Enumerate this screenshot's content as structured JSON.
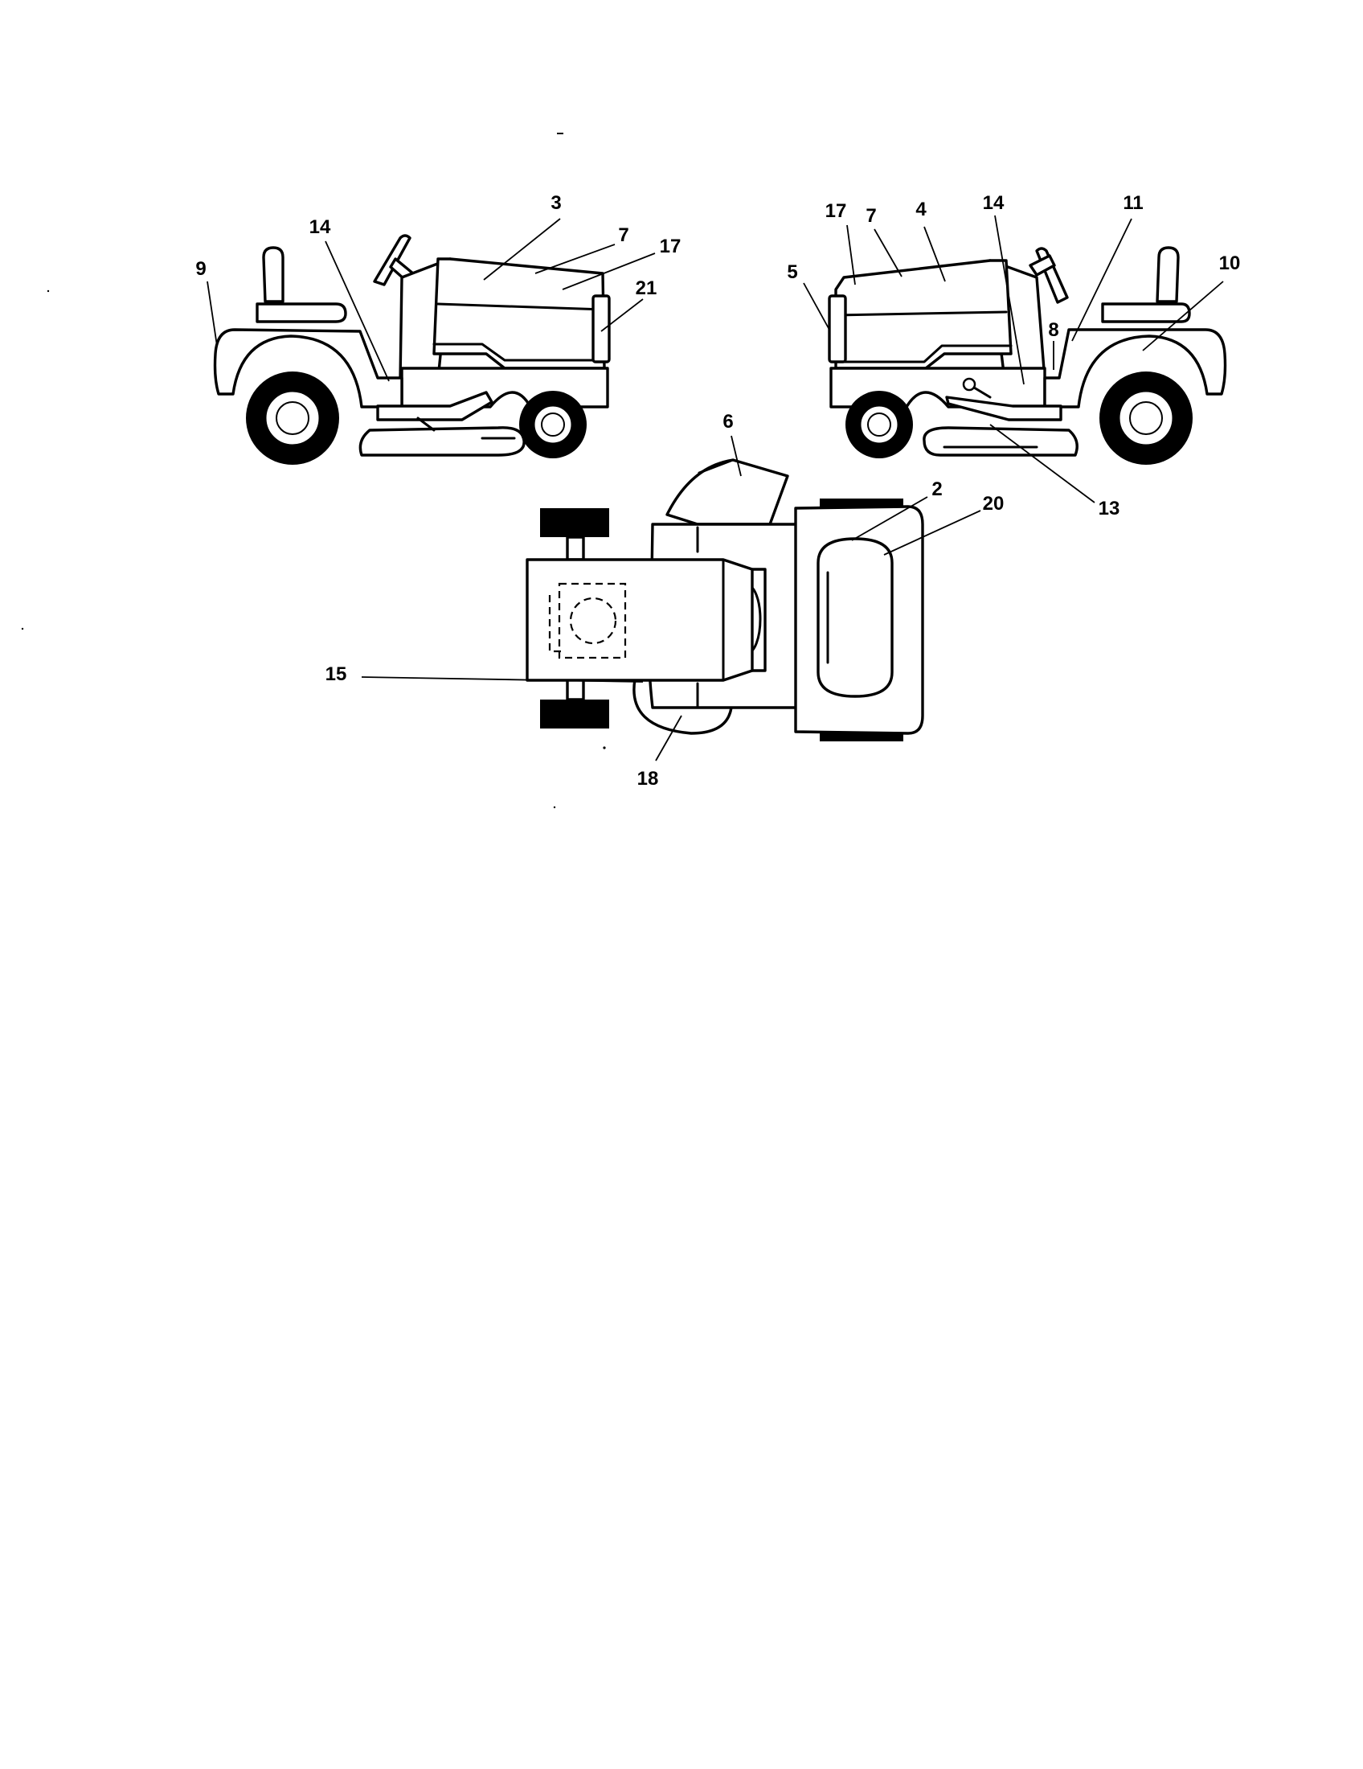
{
  "callouts": [
    {
      "id": "c-3",
      "text": "3"
    },
    {
      "id": "c-7a",
      "text": "7"
    },
    {
      "id": "c-17a",
      "text": "17"
    },
    {
      "id": "c-21",
      "text": "21"
    },
    {
      "id": "c-14a",
      "text": "14"
    },
    {
      "id": "c-9",
      "text": "9"
    },
    {
      "id": "c-17b",
      "text": "17"
    },
    {
      "id": "c-7b",
      "text": "7"
    },
    {
      "id": "c-4",
      "text": "4"
    },
    {
      "id": "c-14b",
      "text": "14"
    },
    {
      "id": "c-11",
      "text": "11"
    },
    {
      "id": "c-10",
      "text": "10"
    },
    {
      "id": "c-5",
      "text": "5"
    },
    {
      "id": "c-8",
      "text": "8"
    },
    {
      "id": "c-13",
      "text": "13"
    },
    {
      "id": "c-6",
      "text": "6"
    },
    {
      "id": "c-2",
      "text": "2"
    },
    {
      "id": "c-20",
      "text": "20"
    },
    {
      "id": "c-15",
      "text": "15"
    },
    {
      "id": "c-18",
      "text": "18"
    }
  ]
}
